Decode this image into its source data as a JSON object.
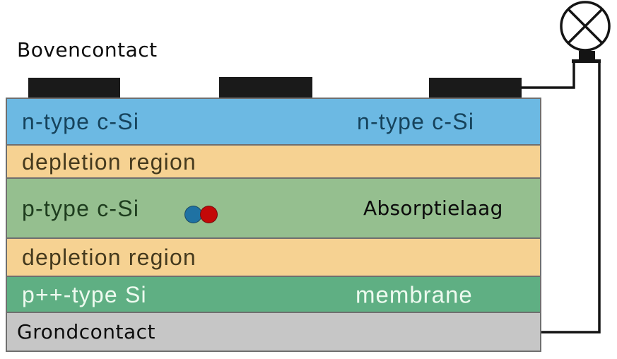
{
  "diagram": {
    "top_contact_label": "Bovencontact",
    "contact_color": "#1a1a1a",
    "wire_color": "#141414",
    "outline_color": "#6f6f6f",
    "icons": {
      "lamp": "circle-with-x-lamp-symbol"
    },
    "layers": [
      {
        "label": "n-type c-Si",
        "label_right": "n-type c-Si",
        "bg": "#6cb9e3",
        "fg": "#16435c",
        "fg_right": "#16435c"
      },
      {
        "label": "depletion region",
        "bg": "#f6d292",
        "fg": "#453a1e"
      },
      {
        "label": "p-type c-Si",
        "label_right": "Absorptielaag",
        "bg": "#95bf8f",
        "fg": "#1e3d1e",
        "fg_right": "#0b0b0b"
      },
      {
        "label": "depletion region",
        "bg": "#f6d292",
        "fg": "#453a1e"
      },
      {
        "label": "p++-type Si",
        "label_right": "membrane",
        "bg": "#5faf83",
        "fg": "#edfaef",
        "fg_right": "#edfaef"
      },
      {
        "label": "Grondcontact",
        "bg": "#c6c6c6",
        "fg": "#0d0d0d"
      }
    ],
    "charge_pair": {
      "electron_color": "#1f72a3",
      "hole_color": "#c30808"
    }
  }
}
